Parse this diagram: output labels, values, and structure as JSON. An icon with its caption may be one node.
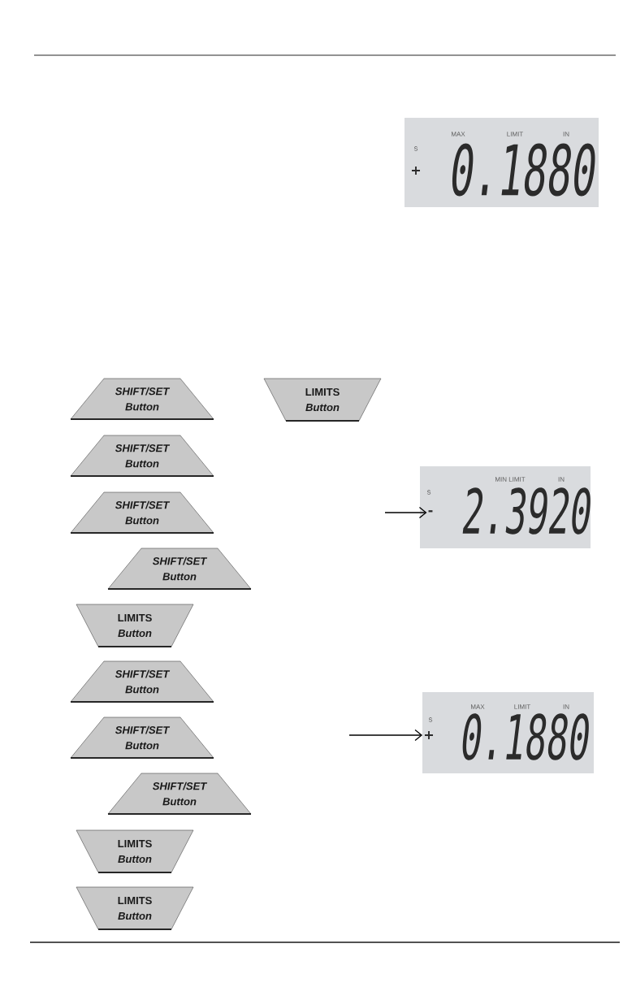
{
  "diagram": {
    "nodes": [
      {
        "text": [
          "MAX",
          "LIMIT",
          "IN",
          "S",
          "0.1880"
        ]
      },
      {
        "text": [
          "+"
        ],
        "in": 0
      },
      {
        "text": [
          "SHIFT/SET",
          "Button"
        ]
      },
      {
        "text": [
          "LIMITS",
          "Button"
        ]
      },
      {
        "text": [
          "SHIFT/SET",
          "Button"
        ]
      },
      {
        "text": [
          "MIN LIMIT",
          "IN",
          "S",
          "2.3920"
        ]
      },
      {
        "text": [
          "-"
        ],
        "in": 5
      },
      {
        "text": [
          "SHIFT/SET",
          "Button"
        ]
      },
      {
        "text": [
          "SHIFT/SET",
          "Button"
        ]
      },
      {
        "text": [
          "LIMITS",
          "Button"
        ]
      },
      {
        "text": [
          "SHIFT/SET",
          "Button"
        ]
      },
      {
        "text": [
          "MAX",
          "LIMIT",
          "IN",
          "S",
          "0.1880"
        ]
      },
      {
        "text": [
          "+"
        ],
        "in": 11
      },
      {
        "text": [
          "SHIFT/SET",
          "Button"
        ]
      },
      {
        "text": [
          "SHIFT/SET",
          "Button"
        ]
      },
      {
        "text": [
          "LIMITS",
          "Button"
        ]
      },
      {
        "text": [
          "LIMITS",
          "Button"
        ]
      }
    ],
    "edges": [
      {
        "from": null,
        "to": 6,
        "arrow": "to"
      },
      {
        "from": null,
        "to": 12,
        "arrow": "to"
      }
    ]
  }
}
